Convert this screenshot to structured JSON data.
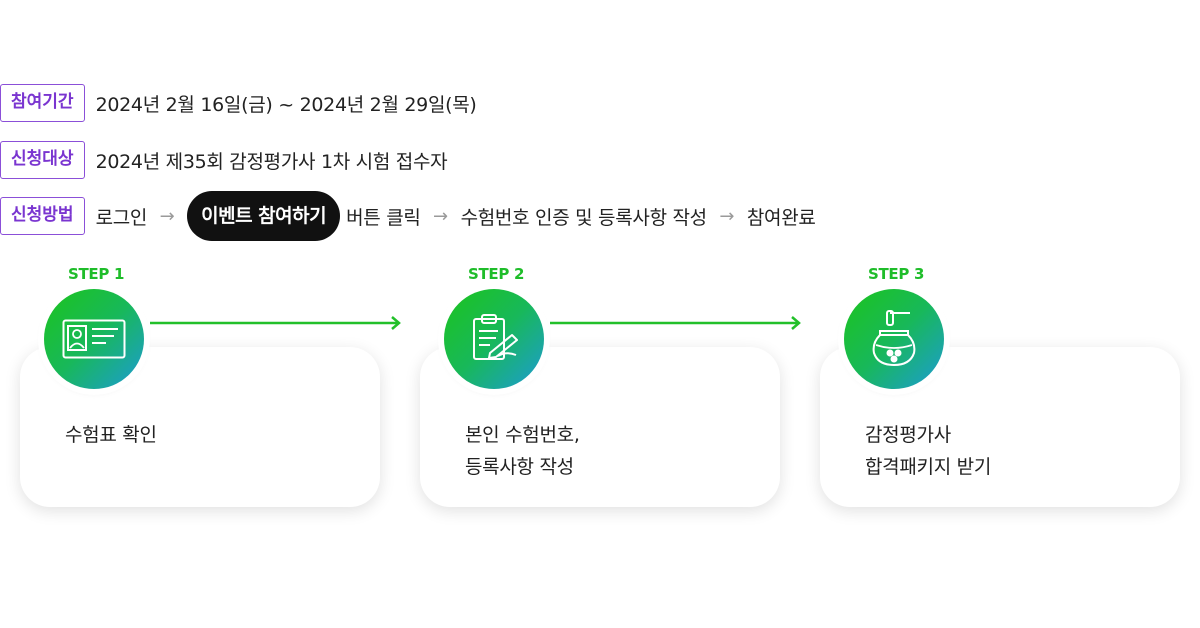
{
  "info": {
    "period": {
      "label": "참여기간",
      "value": "2024년 2월 16일(금) ~ 2024년 2월 29일(목)"
    },
    "target": {
      "label": "신청대상",
      "value": "2024년 제35회 감정평가사 1차 시험 접수자"
    },
    "method": {
      "label": "신청방법",
      "step_login": "로그인",
      "event_button": "이벤트 참여하기",
      "step_click": "버튼 클릭",
      "step_verify": "수험번호 인증 및 등록사항 작성",
      "step_done": "참여완료",
      "arrow": "→"
    }
  },
  "steps": [
    {
      "label": "STEP 1",
      "icon": "id-card-icon",
      "lines": [
        "수험표 확인"
      ]
    },
    {
      "label": "STEP 2",
      "icon": "clipboard-pen-icon",
      "lines": [
        "본인 수험번호,",
        "등록사항 작성"
      ]
    },
    {
      "label": "STEP 3",
      "icon": "honey-jar-icon",
      "lines": [
        "감정평가사",
        "합격패키지 받기"
      ]
    }
  ],
  "colors": {
    "accent_purple": "#7a35d0",
    "accent_green": "#1fbd2a",
    "gradient_blue": "#1d9bd6"
  }
}
